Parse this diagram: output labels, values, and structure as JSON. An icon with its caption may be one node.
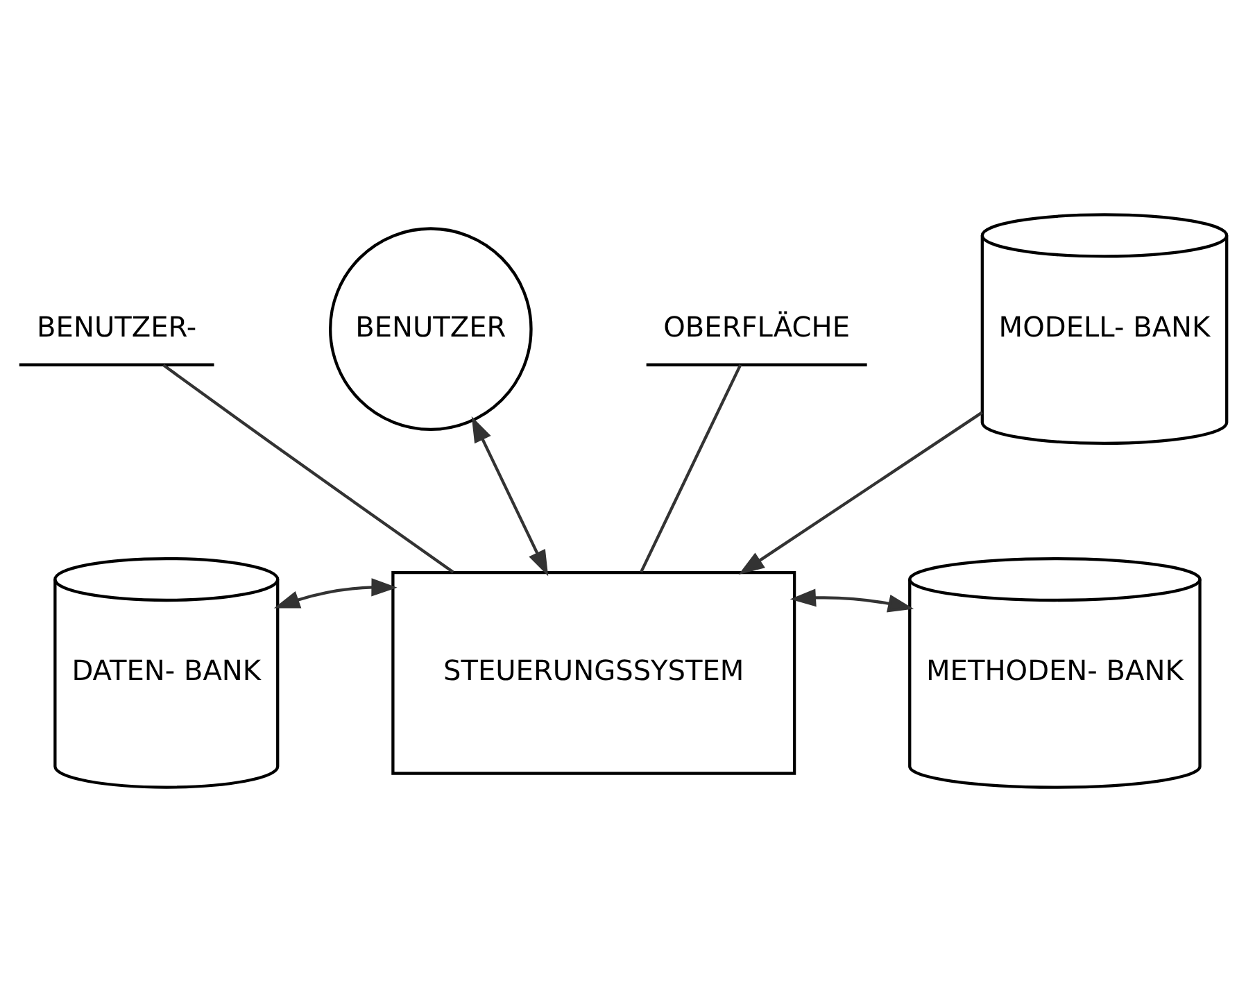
{
  "diagram": {
    "nodes": [
      {
        "text": [
          "BENUTZER-"
        ]
      },
      {
        "text": [
          "BENUTZER"
        ]
      },
      {
        "text": [
          "OBERFLÄCHE"
        ]
      },
      {
        "text": [
          "DATEN- BANK"
        ]
      },
      {
        "text": [
          "STEUERUNGSSYSTEM"
        ]
      },
      {
        "text": [
          "METHODEN- BANK"
        ]
      },
      {
        "text": [
          "MODELL- BANK"
        ]
      }
    ],
    "edges": [
      {
        "from": 0,
        "to": 4,
        "arrow": "none"
      },
      {
        "from": 1,
        "to": 4,
        "arrow": "both"
      },
      {
        "from": 2,
        "to": 4,
        "arrow": "none"
      },
      {
        "from": 3,
        "to": 4,
        "arrow": "both"
      },
      {
        "from": 4,
        "to": 5,
        "arrow": "both"
      },
      {
        "from": 6,
        "to": 4,
        "arrow": "to"
      }
    ]
  }
}
